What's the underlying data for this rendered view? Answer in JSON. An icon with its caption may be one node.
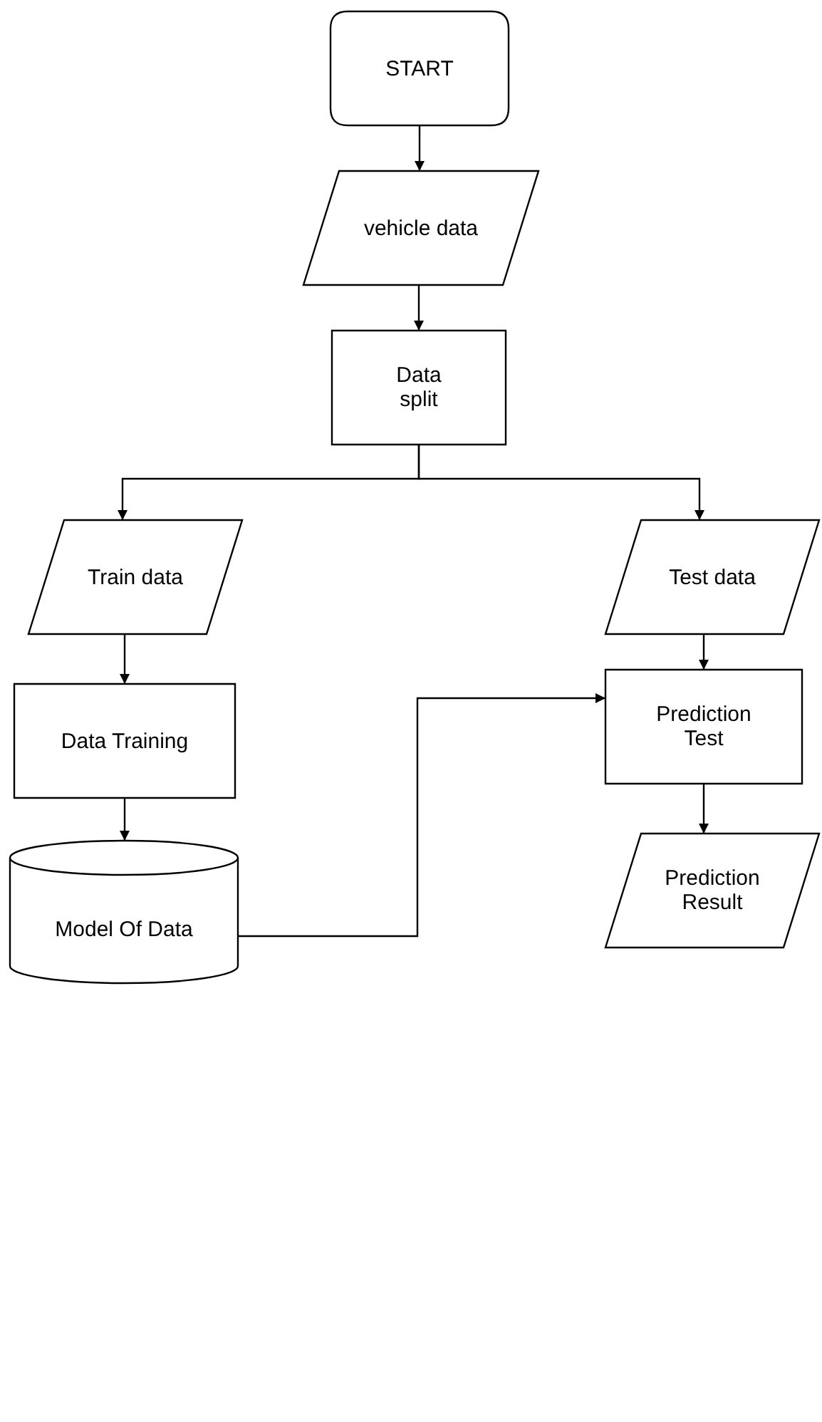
{
  "diagram": {
    "nodes": [
      {
        "text": [
          "START"
        ]
      },
      {
        "text": [
          "vehicle data"
        ]
      },
      {
        "text": [
          "Data split"
        ]
      },
      {
        "text": [
          "Train data"
        ]
      },
      {
        "text": [
          "Test data"
        ]
      },
      {
        "text": [
          "Data Training"
        ]
      },
      {
        "text": [
          "Prediction Test"
        ]
      },
      {
        "text": [
          "Model Of Data"
        ]
      },
      {
        "text": [
          "Prediction Result"
        ]
      }
    ],
    "edges": [
      {
        "from": 0,
        "to": 1,
        "arrow": "to"
      },
      {
        "from": 1,
        "to": 2,
        "arrow": "to"
      },
      {
        "from": 2,
        "to": 3,
        "arrow": "to"
      },
      {
        "from": 2,
        "to": 4,
        "arrow": "to"
      },
      {
        "from": 3,
        "to": 5,
        "arrow": "to"
      },
      {
        "from": 4,
        "to": 6,
        "arrow": "to"
      },
      {
        "from": 5,
        "to": 7,
        "arrow": "to"
      },
      {
        "from": 7,
        "to": 6,
        "arrow": "to"
      },
      {
        "from": 6,
        "to": 8,
        "arrow": "to"
      }
    ]
  }
}
